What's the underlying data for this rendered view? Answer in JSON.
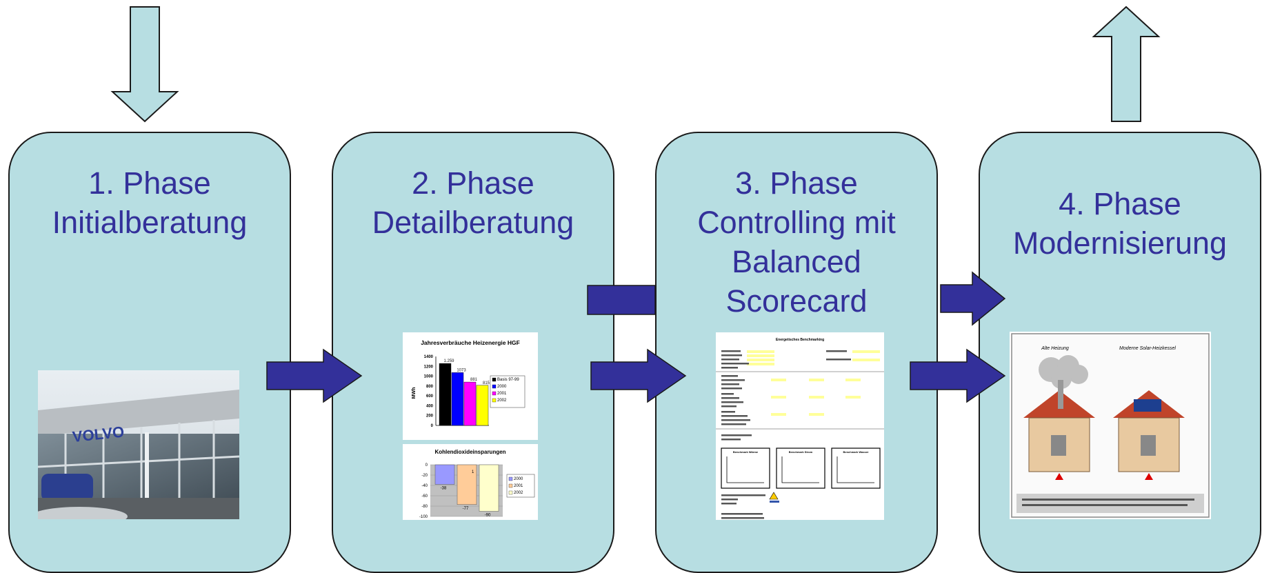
{
  "colors": {
    "box_fill": "#b7dee2",
    "box_border": "#1a1a1a",
    "title_text": "#33309a",
    "flow_arrow": "#33309a",
    "io_arrow": "#b7dee2"
  },
  "phases": [
    {
      "line1": "1. Phase",
      "line2": "Initialberatung"
    },
    {
      "line1": "2. Phase",
      "line2": "Detailberatung"
    },
    {
      "line1": "3. Phase",
      "line2": "Controlling mit",
      "line3": "Balanced",
      "line4": "Scorecard"
    },
    {
      "line1": "4. Phase",
      "line2": "Modernisierung"
    }
  ],
  "photo": {
    "sign": "VOLVO"
  },
  "chart_energy": {
    "type": "bar",
    "title": "Jahresverbräuche Heizenergie HGF",
    "ylabel": "MWh",
    "ylim": [
      0,
      1400
    ],
    "yticks": [
      "1400",
      "1200",
      "1000",
      "800",
      "600",
      "400",
      "200",
      "0"
    ],
    "series": [
      {
        "name": "Basis 97-99",
        "value": 1259,
        "label": "1.259",
        "color": "#000000"
      },
      {
        "name": "2000",
        "value": 1073,
        "label": "1073",
        "color": "#0000ff"
      },
      {
        "name": "2001",
        "value": 881,
        "label": "881",
        "color": "#ff00ff"
      },
      {
        "name": "2002",
        "value": 815,
        "label": "815",
        "color": "#ffff00"
      }
    ]
  },
  "chart_co2": {
    "type": "bar",
    "title": "Kohlendioxideinsparungen",
    "ylim": [
      -100,
      0
    ],
    "yticks": [
      "0",
      "-20",
      "-40",
      "-60",
      "-80",
      "-100"
    ],
    "series": [
      {
        "name": "2000",
        "value": -38,
        "label": "-38",
        "color": "#9999ff"
      },
      {
        "name": "2001",
        "value": -77,
        "label": "-77",
        "color": "#ffcc99"
      },
      {
        "name": "2002",
        "value": -90,
        "label": "-90",
        "color": "#ffffcc"
      }
    ],
    "inner_label": "1"
  },
  "scorecard": {
    "title": "Energetisches Benchmarking",
    "boxes": [
      "Benchmark Wärme",
      "Benchmark Strom",
      "Benchmark Wasser"
    ]
  },
  "heating": {
    "left_title": "Alte Heizung",
    "right_title": "Moderne Solar-Heizkessel"
  }
}
